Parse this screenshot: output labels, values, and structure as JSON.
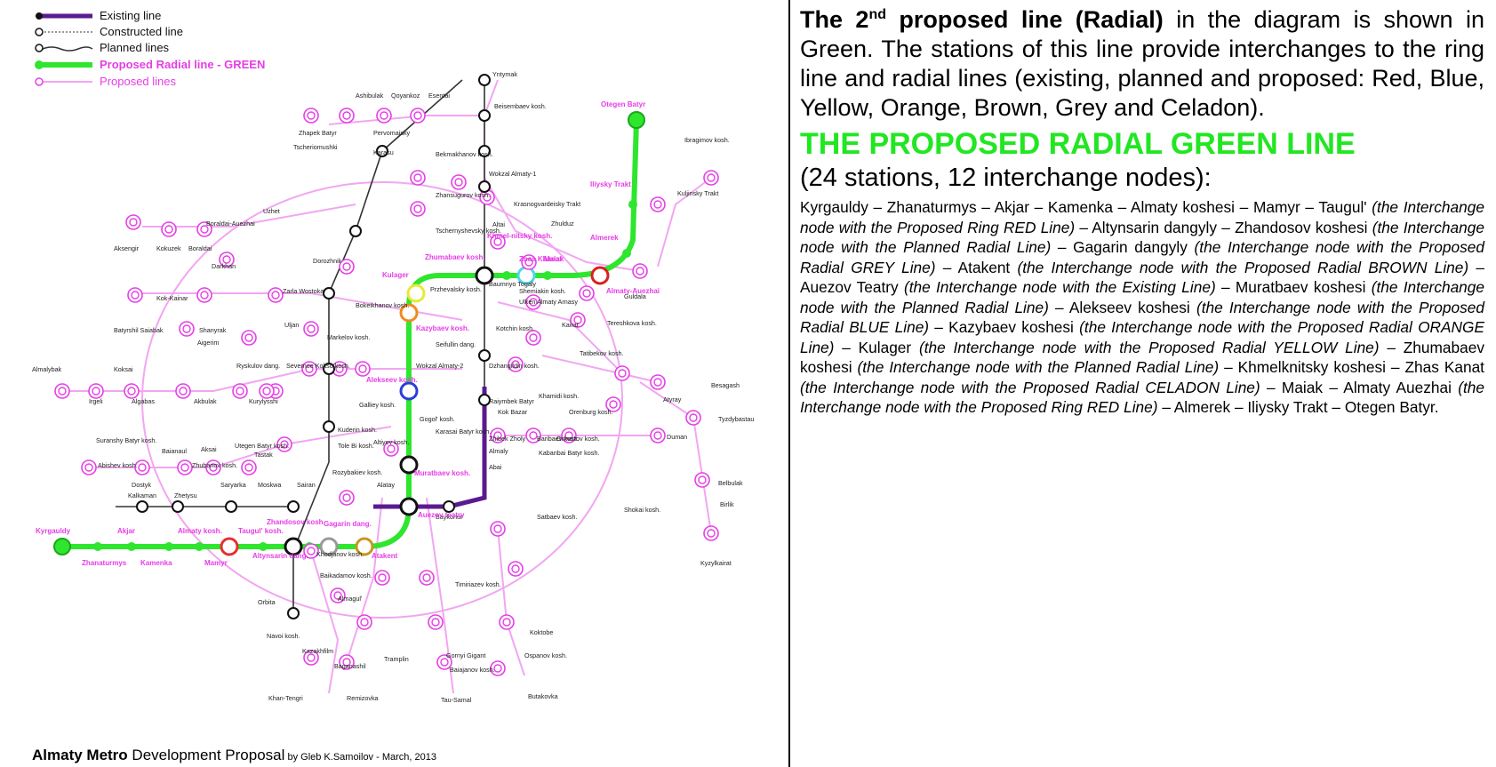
{
  "legend": {
    "existing": "Existing line",
    "constructed": "Constructed line",
    "planned": "Planned lines",
    "proposed_green": "Proposed Radial line - GREEN",
    "proposed": "Proposed lines"
  },
  "footer": {
    "title": "Almaty Metro",
    "subtitle": " Development Proposal",
    "byline": " by Gleb K.Samoilov - March, 2013"
  },
  "colors": {
    "green_line": "#2ee62e",
    "existing_line": "#5b1a8f",
    "proposed_line": "#e63ee6",
    "ring_line": "#f2a6f2",
    "title_green": "#22e622"
  },
  "green_stations": [
    "Kyrgauldy",
    "Zhanaturmys",
    "Akjar",
    "Kamenka",
    "Almaty kosh.",
    "Mamyr",
    "Taugul' kosh.",
    "Altynsarin dang.",
    "Zhandosov kosh.",
    "Gagarin dang.",
    "Atakent",
    "Auezov teatry",
    "Muratbaev kosh.",
    "Alekseev kosh.",
    "Kazybaev kosh.",
    "Kulager",
    "Zhumabaev kosh.",
    "Khmel-nitsky kosh.",
    "Zhas Khanat",
    "Maiak",
    "Almaty-Auezhai",
    "Almerek",
    "Iliysky Trakt",
    "Otegen Batyr"
  ],
  "map_labels": [
    "Yntymak",
    "Ashibulak",
    "Qoyankoz",
    "Esentai",
    "Beisembaev kosh.",
    "Zhapek Batyr",
    "Pervomaisky",
    "Karasu",
    "Bekmakhanov kosh.",
    "Ibragimov kosh.",
    "Tscheriomushki",
    "Wokzal Almaty-1",
    "Kuljinsky Trakt",
    "Zhansugurov kosh.",
    "Krasnogvardeisky Trakt",
    "Uzhet",
    "Boraldai-Auezhai",
    "Tschernyshevsky kosh.",
    "Altai",
    "Zhulduz",
    "Aksengir",
    "Kokuzek",
    "Boraldai",
    "Darkhan",
    "Dorozhnik",
    "Guldala",
    "Zarla Wostoka",
    "Przhevalsky kosh.",
    "Baumnyo Togaly",
    "Shemiakin kosh.",
    "Ulken Almaty Arnasy",
    "Kok-Kainar",
    "Bokeikhanov kosh.",
    "Kairat",
    "Tereshkova kosh.",
    "Batyrshil Saiabak",
    "Shanyrak",
    "Uljan",
    "Kotchin kosh.",
    "Aigerim",
    "Markelov kosh.",
    "Seifullin dang.",
    "Tatibekov kosh.",
    "Almalybak",
    "Koksai",
    "Ryskulov dang.",
    "Severnoe Koltso kosh.",
    "Wokzal Almaty-2",
    "Dzhangildin kosh.",
    "Besagash",
    "Irgeli",
    "Algabas",
    "Akbulak",
    "Kurylysshi",
    "Raiymbek Batyr",
    "Khamidi kosh.",
    "Atyray",
    "Galliey kosh.",
    "Gogol' kosh.",
    "Kok Bazar",
    "Orenburg kosh.",
    "Tyzdybastau",
    "Kuderin kosh.",
    "Karasai Batyr kosh.",
    "Zhibek Zholy",
    "Baribaev kosh.",
    "Ormanov kosh.",
    "Duman",
    "Suranshy Batyr kosh.",
    "Baianaul",
    "Aksai",
    "Utegen Batyr kosh.",
    "Tastak",
    "Tole Bi kosh.",
    "Altiyev kosh.",
    "Almaly",
    "Kabanbai Batyr kosh.",
    "Belbulak",
    "Abishev kosh.",
    "Zhubanov kosh.",
    "Dostyk",
    "Saryarka",
    "Moskwa",
    "Sairan",
    "Rozybakiev kosh.",
    "Alatay",
    "Abai",
    "Kalkaman",
    "Zhetysu",
    "Birlik",
    "Shokai kosh.",
    "Baykonur",
    "Satbaev kosh.",
    "Khodjanov kosh.",
    "Baikadamov kosh.",
    "Timiriazev kosh.",
    "Kyzylkairat",
    "Orbita",
    "Almagul'",
    "Navoi kosh.",
    "Koktobe",
    "Kazakhfilm",
    "Baganashil",
    "Tramplin",
    "Gornyi Gigant",
    "Ospanov kosh.",
    "Baiajanov kosh.",
    "Khan-Tengri",
    "Remizovka",
    "Tau-Samal",
    "Butakovka"
  ],
  "text": {
    "intro_strong_a": "The 2",
    "intro_sup": "nd",
    "intro_strong_b": " proposed line (Radial)",
    "intro_rest": " in the diagram is shown in Green. The stations of this line provide interchanges to the ring line and radial lines (existing, planned and proposed: Red, Blue, Yellow, Orange, Brown, Grey and Celadon).",
    "heading": "THE PROPOSED RADIAL GREEN LINE",
    "count": "(24 stations, 12 interchange nodes):",
    "segments": [
      {
        "t": "Kyrgauldy – Zhanaturmys – Akjar – Kamenka – Almaty koshesi – Mamyr – Taugul' ",
        "i": false
      },
      {
        "t": "(the Interchange node with the Proposed Ring RED Line)",
        "i": true
      },
      {
        "t": " – Altynsarin dangyly – Zhandosov koshesi ",
        "i": false
      },
      {
        "t": "(the Interchange node with the Planned Radial Line)",
        "i": true
      },
      {
        "t": " – Gagarin dangyly ",
        "i": false
      },
      {
        "t": "(the Interchange node with the Proposed Radial GREY Line)",
        "i": true
      },
      {
        "t": " – Atakent ",
        "i": false
      },
      {
        "t": "(the Interchange node with the Proposed Radial BROWN Line)",
        "i": true
      },
      {
        "t": " – Auezov Teatry ",
        "i": false
      },
      {
        "t": "(the Interchange node with the Existing Line)",
        "i": true
      },
      {
        "t": " – Muratbaev koshesi ",
        "i": false
      },
      {
        "t": "(the Interchange node with the Planned Radial Line)",
        "i": true
      },
      {
        "t": " – Alekseev koshesi ",
        "i": false
      },
      {
        "t": "(the Interchange node with the Proposed Radial BLUE Line)",
        "i": true
      },
      {
        "t": " – Kazybaev koshesi ",
        "i": false
      },
      {
        "t": "(the Interchange node with the Proposed Radial ORANGE Line)",
        "i": true
      },
      {
        "t": " – Kulager ",
        "i": false
      },
      {
        "t": "(the Interchange node with the Proposed Radial YELLOW Line)",
        "i": true
      },
      {
        "t": " – Zhumabaev koshesi ",
        "i": false
      },
      {
        "t": "(the Interchange node with the Planned Radial Line)",
        "i": true
      },
      {
        "t": " – Khmelknitsky koshesi – Zhas Kanat ",
        "i": false
      },
      {
        "t": "(the Interchange node with the Proposed Radial CELADON Line)",
        "i": true
      },
      {
        "t": " – Maiak – Almaty Auezhai ",
        "i": false
      },
      {
        "t": "(the Interchange node with the Proposed Ring RED Line)",
        "i": true
      },
      {
        "t": " – Almerek – Iliysky Trakt – Otegen Batyr.",
        "i": false
      }
    ]
  }
}
